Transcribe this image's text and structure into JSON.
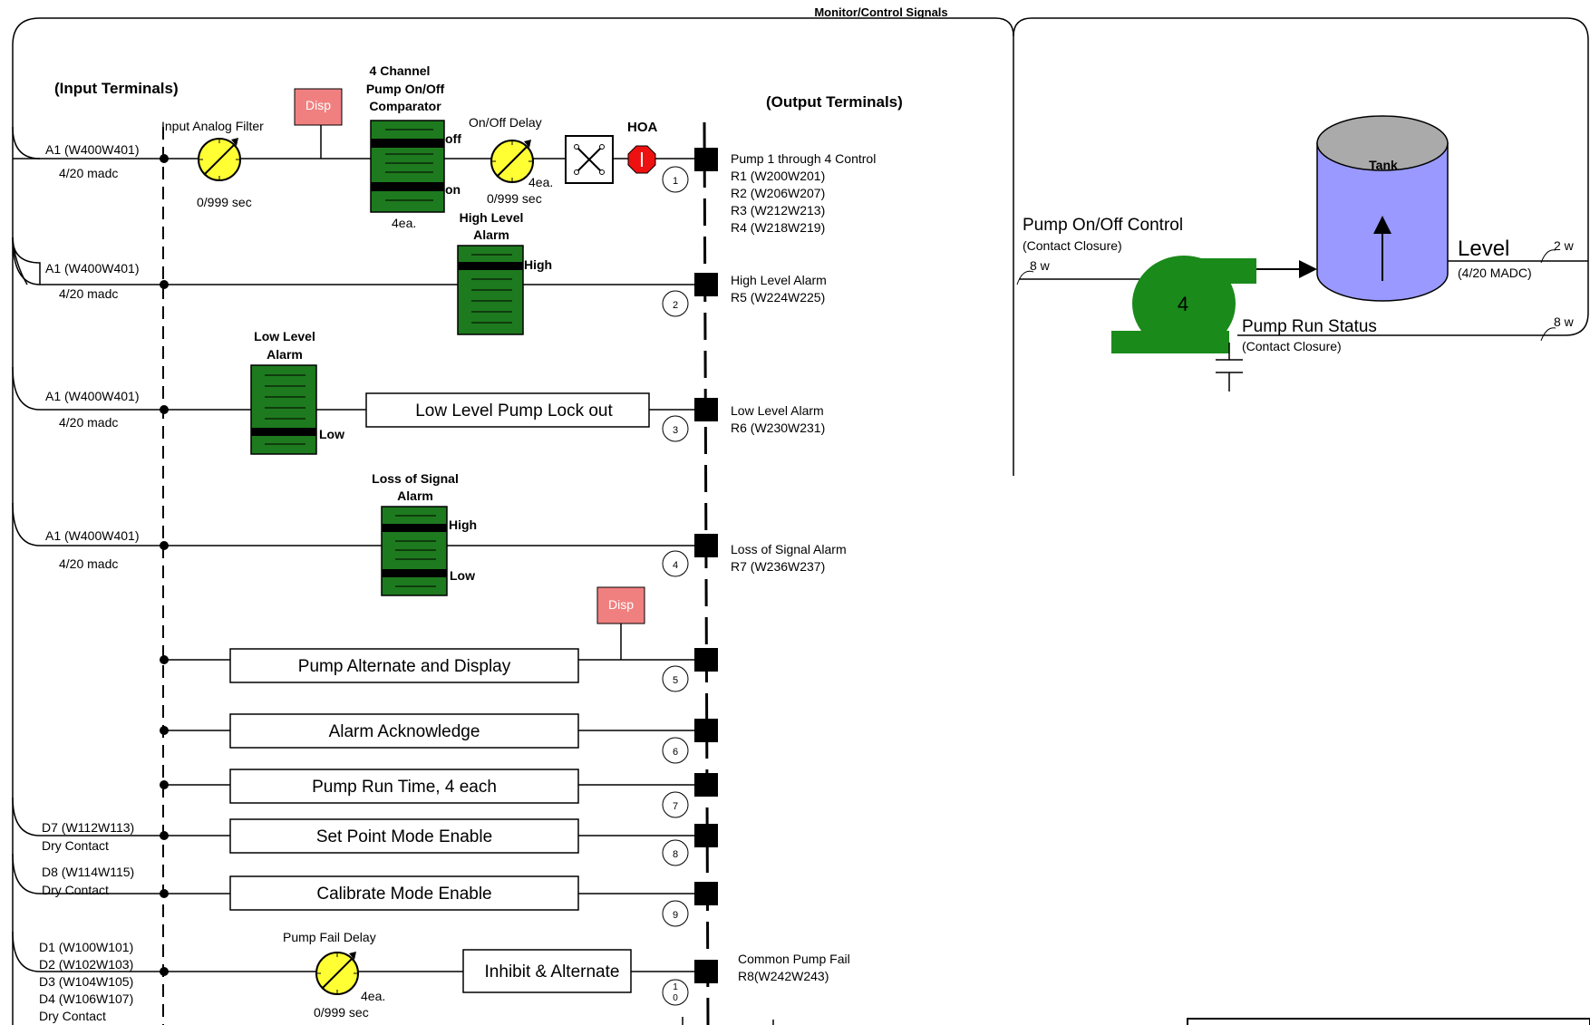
{
  "title": "Monitor/Control Signals",
  "input_terminals_label": "(Input Terminals)",
  "output_terminals_label": "(Output Terminals)",
  "colors": {
    "alarm_green": "#1e7a1e",
    "dial_yellow": "#ffff33",
    "disp_pink": "#f08080",
    "hoa_red": "#ee1111",
    "tank_blue": "#9999ff",
    "tank_top_grey": "#aaaaaa",
    "pump_green": "#1a8a1a"
  },
  "icons": [
    "dial-icon",
    "switch-matrix-icon",
    "stop-octagon-icon",
    "pump-icon",
    "tank-icon",
    "capacitor-icon"
  ],
  "row1": {
    "input": "A1 (W400W401)",
    "input_sub": "4/20 madc",
    "filter_label": "Input Analog Filter",
    "filter_range": "0/999 sec",
    "disp": "Disp",
    "comparator_title": [
      "4 Channel",
      "Pump On/Off",
      "Comparator"
    ],
    "comparator_off": "off",
    "comparator_on": "on",
    "comparator_count": "4ea.",
    "delay_label": "On/Off Delay",
    "delay_count": "4ea.",
    "delay_range": "0/999 sec",
    "hoa": "HOA",
    "num": "1",
    "output": [
      "Pump 1 through 4 Control",
      "R1 (W200W201)",
      "R2 (W206W207)",
      "R3 (W212W213)",
      "R4 (W218W219)"
    ]
  },
  "row2": {
    "input": "A1 (W400W401)",
    "input_sub": "4/20 madc",
    "alarm_title": [
      "High Level",
      "Alarm"
    ],
    "alarm_tag": "High",
    "num": "2",
    "output": [
      "High Level Alarm",
      "R5 (W224W225)"
    ]
  },
  "row3": {
    "input": "A1 (W400W401)",
    "input_sub": "4/20 madc",
    "alarm_title": [
      "Low Level",
      "Alarm"
    ],
    "alarm_tag": "Low",
    "box": "Low Level Pump Lock out",
    "num": "3",
    "output": [
      "Low Level Alarm",
      "R6 (W230W231)"
    ]
  },
  "row4": {
    "input": "A1 (W400W401)",
    "input_sub": "4/20 madc",
    "alarm_title": [
      "Loss of Signal",
      "Alarm"
    ],
    "tag_high": "High",
    "tag_low": "Low",
    "num": "4",
    "output": [
      "Loss of Signal Alarm",
      "R7 (W236W237)"
    ]
  },
  "row5": {
    "box": "Pump Alternate and Display",
    "disp": "Disp",
    "num": "5"
  },
  "row6": {
    "box": "Alarm Acknowledge",
    "num": "6"
  },
  "row7": {
    "box": "Pump Run Time, 4 each",
    "num": "7"
  },
  "row8": {
    "input": "D7 (W112W113)",
    "input_sub": "Dry Contact",
    "box": "Set Point Mode Enable",
    "num": "8"
  },
  "row9": {
    "input": "D8 (W114W115)",
    "input_sub": "Dry Contact",
    "box": "Calibrate Mode Enable",
    "num": "9"
  },
  "row10": {
    "inputs": [
      "D1 (W100W101)",
      "D2 (W102W103)",
      "D3 (W104W105)",
      "D4 (W106W107)",
      "Dry Contact"
    ],
    "delay_label": "Pump Fail Delay",
    "delay_count": "4ea.",
    "delay_range": "0/999 sec",
    "box": "Inhibit & Alternate",
    "num_top": "1",
    "num_bottom": "0",
    "output": [
      "Common Pump Fail",
      "R8(W242W243)"
    ]
  },
  "field": {
    "pump_control": "Pump On/Off Control",
    "pump_control_sub": "(Contact Closure)",
    "wire_8w_left": "8 w",
    "pump_count": "4",
    "tank": "Tank",
    "level": "Level",
    "level_sub": "(4/20 MADC)",
    "wire_2w": "2 w",
    "run_status": "Pump Run Status",
    "run_status_sub": "(Contact Closure)",
    "wire_8w_right": "8 w"
  }
}
